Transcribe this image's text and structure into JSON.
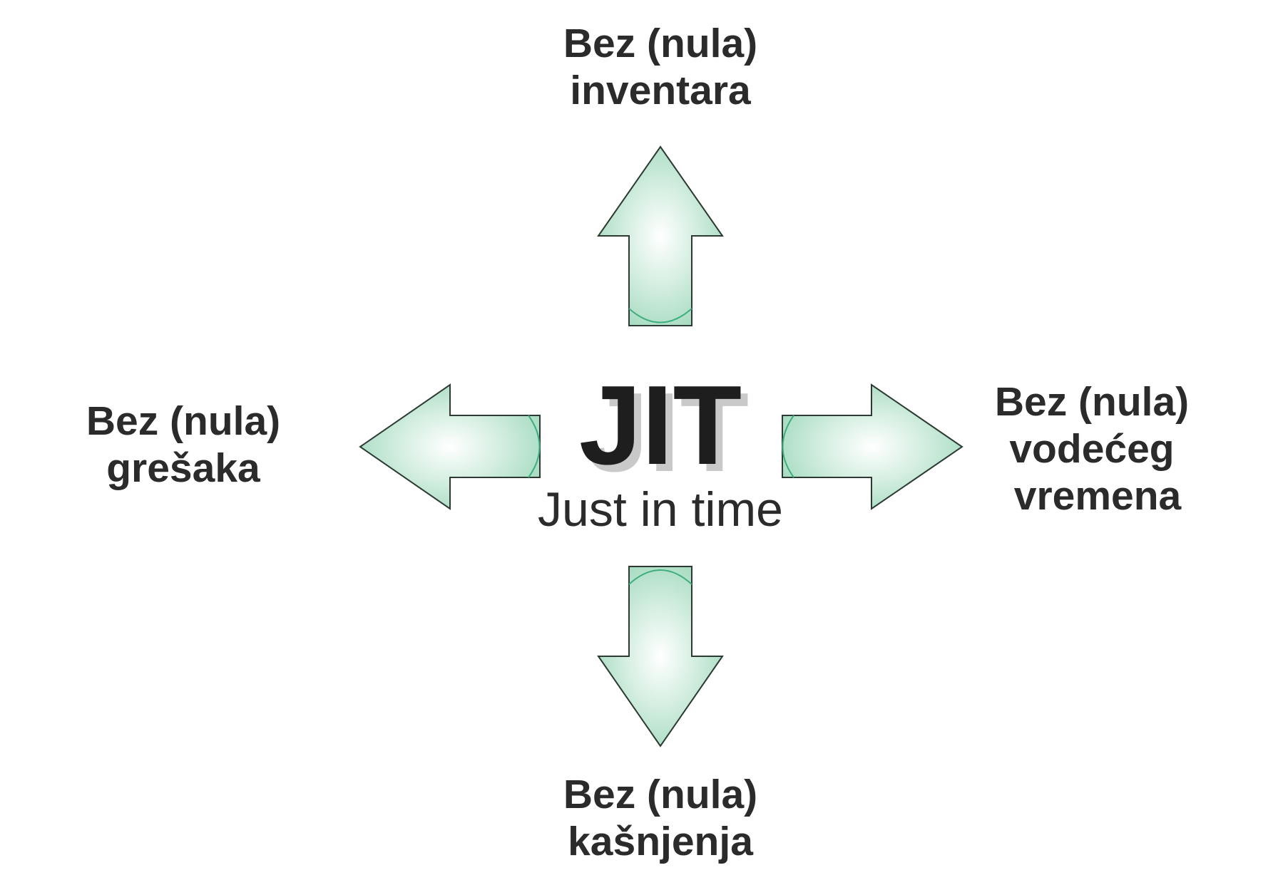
{
  "diagram": {
    "center": {
      "title": "JIT",
      "subtitle": "Just in time"
    },
    "goals": {
      "top": {
        "line1": "Bez (nula)",
        "line2": "inventara"
      },
      "left": {
        "line1": "Bez (nula)",
        "line2": "grešaka"
      },
      "right": {
        "line1": "Bez (nula)",
        "line2": "vodećeg",
        "line3": "vremena"
      },
      "bottom": {
        "line1": "Bez (nula)",
        "line2": "kašnjenja"
      }
    },
    "arrow_fill_colors": {
      "highlight": "#ffffff",
      "mid": "#d6efe2",
      "edge": "#9fd8bb"
    },
    "arrow_outline_color": "#2c3a33",
    "text_color": "#2b2b2b"
  }
}
